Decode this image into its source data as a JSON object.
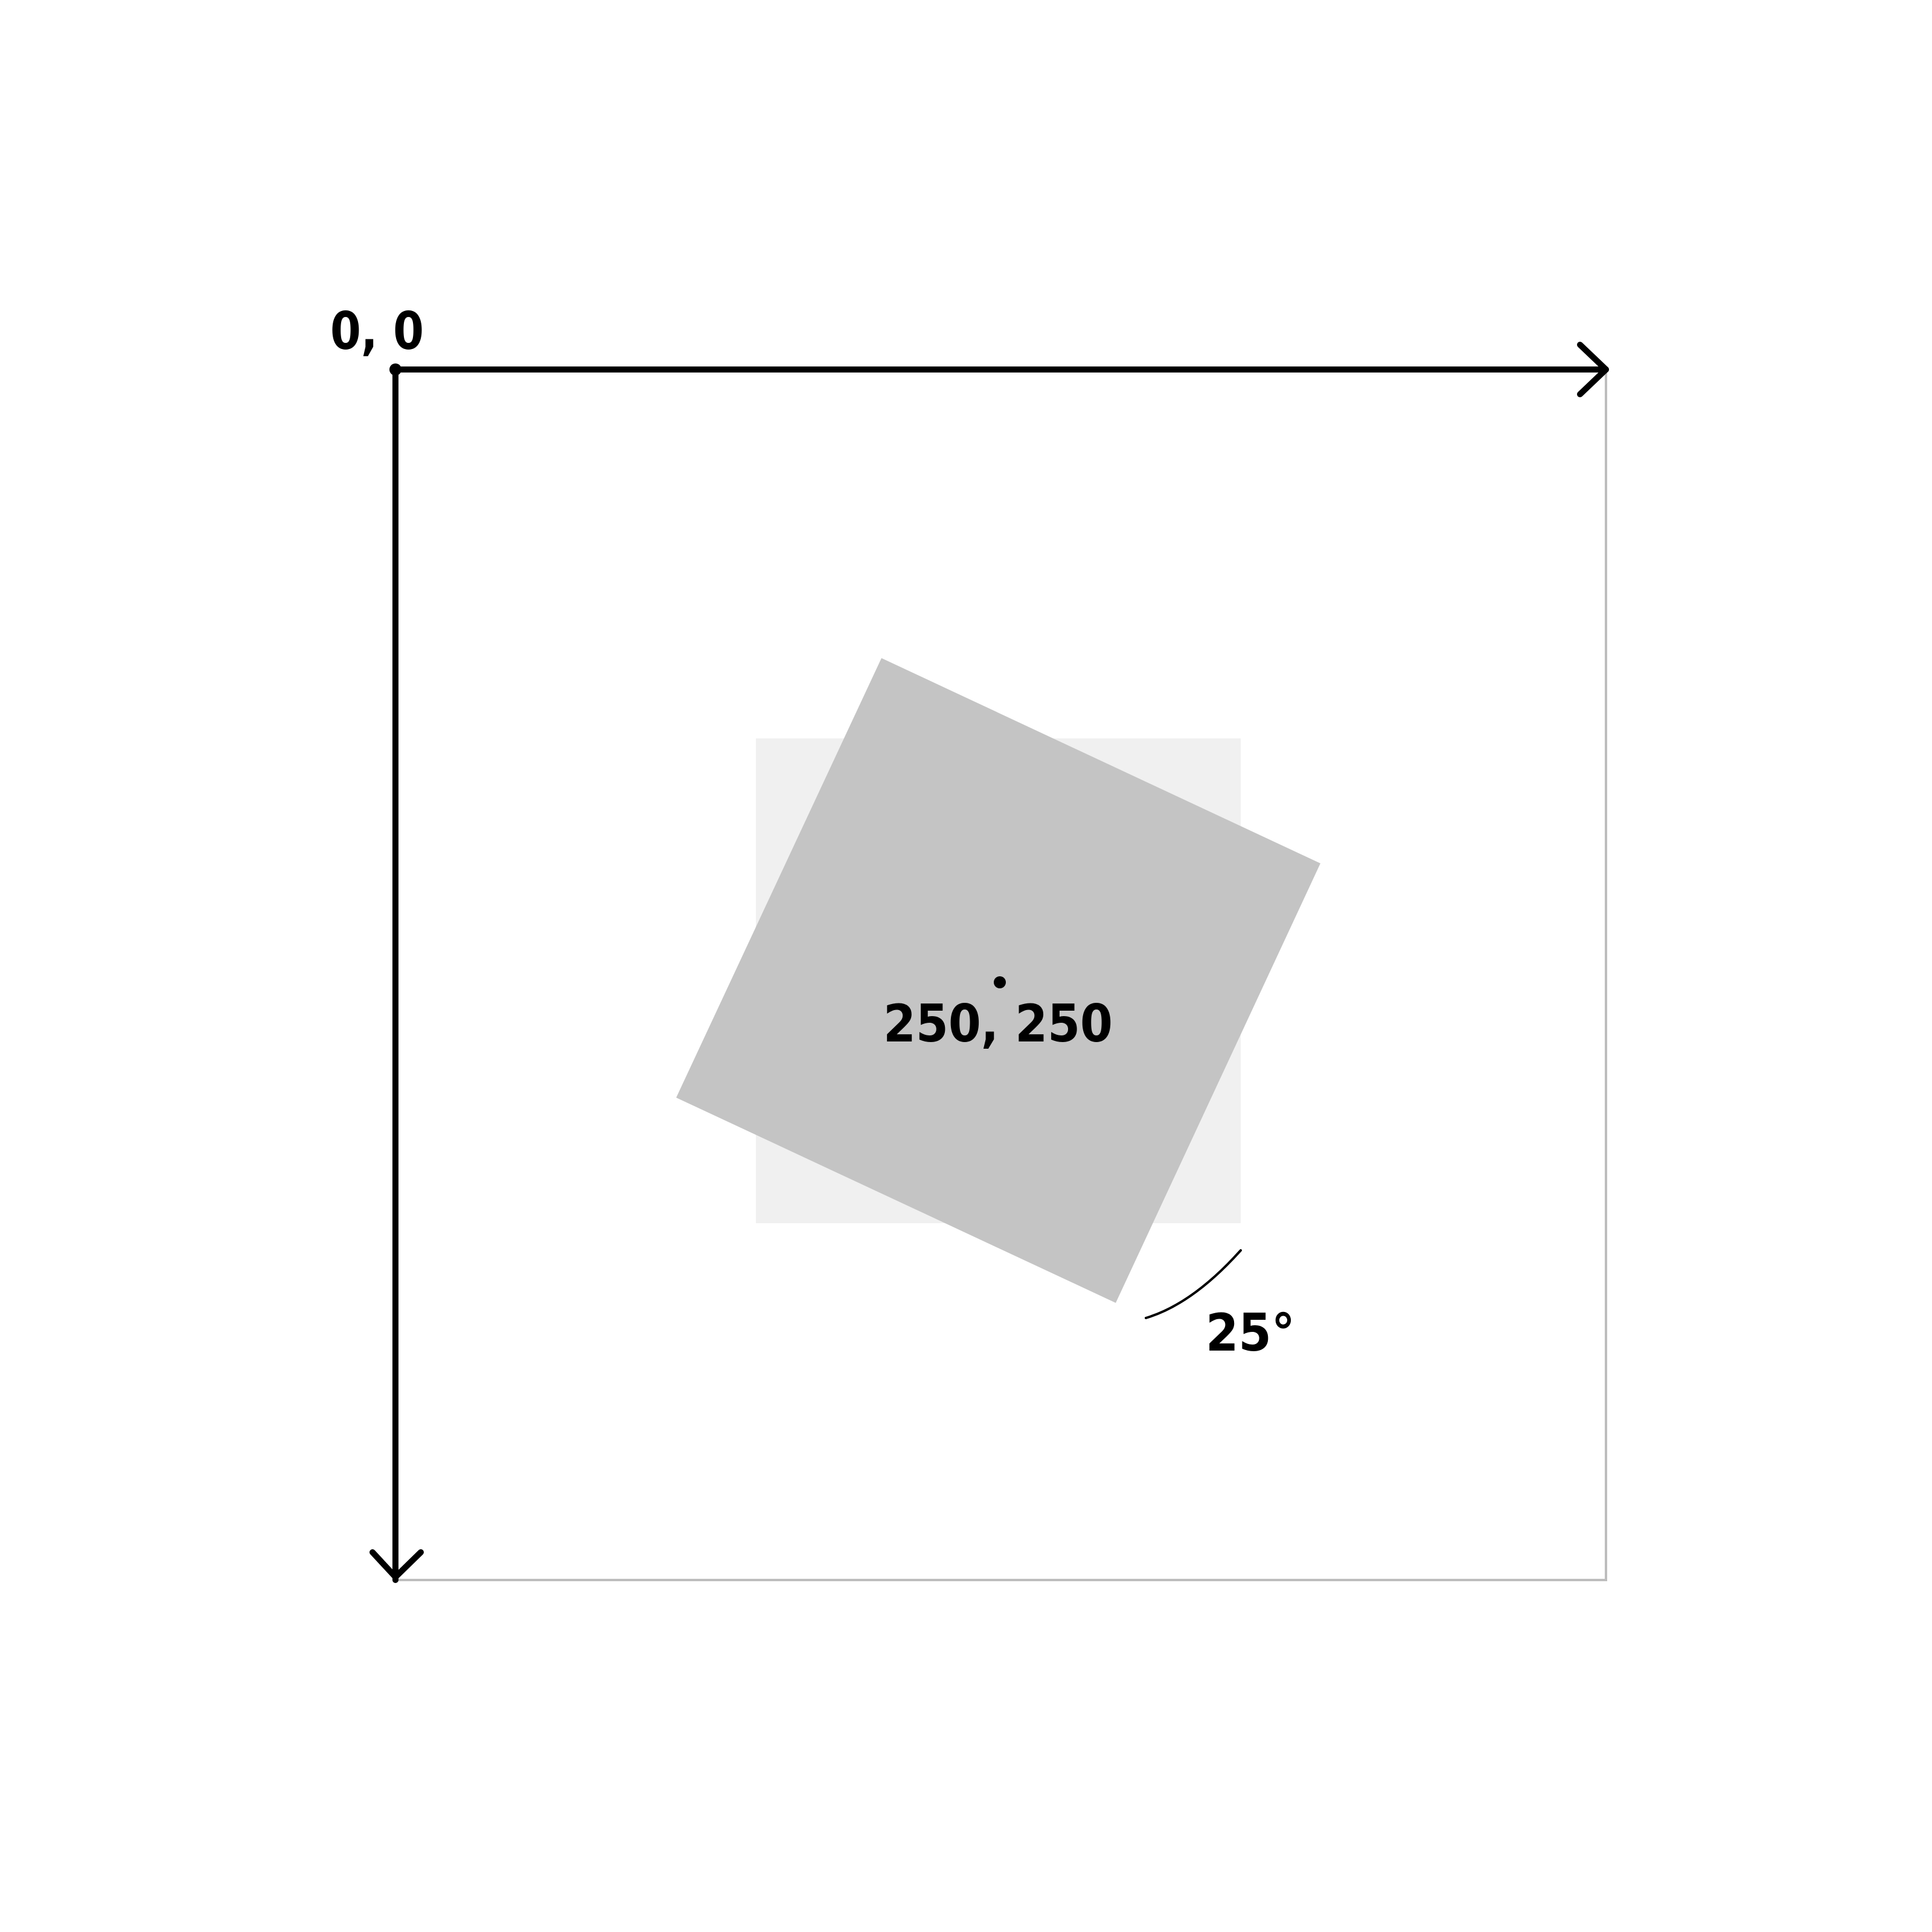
{
  "labels": {
    "origin": "0, 0",
    "center": "250, 250",
    "angle": "25°"
  },
  "diagram": {
    "canvas_size_units": [
      500,
      500
    ],
    "square_center": [
      250,
      250
    ],
    "square_size_units": 200,
    "rotation_degrees": 25
  },
  "colors": {
    "axis": "#000000",
    "canvas_border": "#bdbdbd",
    "original_square": "#f0f0f0",
    "rotated_square": "#c4c4c4",
    "text": "#000000"
  }
}
